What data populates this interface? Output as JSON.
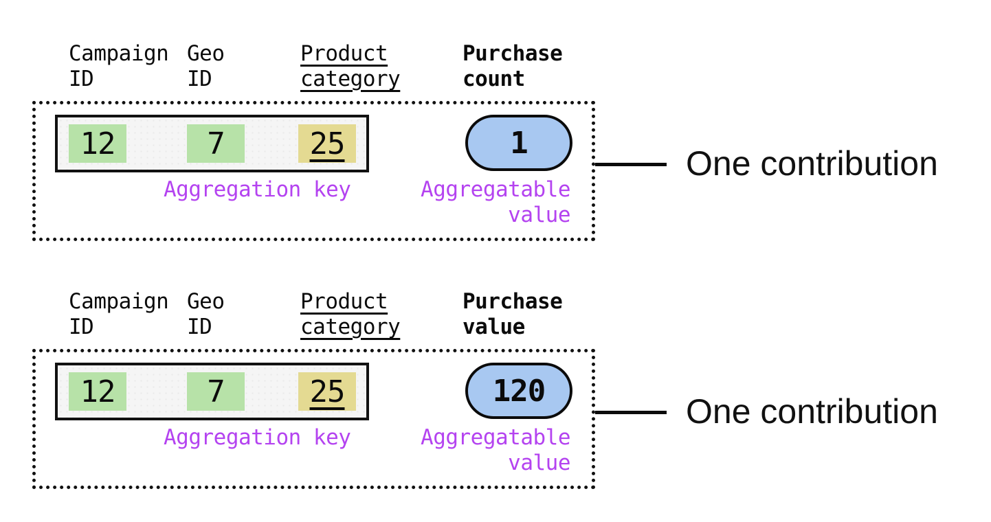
{
  "colors": {
    "green_cell": "#b7e2a8",
    "yellow_cell": "#e4da92",
    "blue_pill": "#a8c8f1",
    "purple_label": "#b443f0",
    "ink": "#0b0b0b",
    "row_background": "#f5f5f5"
  },
  "contributions": [
    {
      "headers": {
        "campaign": {
          "line1": "Campaign",
          "line2": "ID"
        },
        "geo": {
          "line1": "Geo",
          "line2": "ID"
        },
        "product": {
          "line1": "Product",
          "line2": "category"
        },
        "measure": {
          "line1": "Purchase",
          "line2": "count"
        }
      },
      "key_cells": [
        {
          "name": "campaign-id",
          "value": "12",
          "color": "#b7e2a8"
        },
        {
          "name": "geo-id",
          "value": "7",
          "color": "#b7e2a8"
        },
        {
          "name": "product-category",
          "value": "25",
          "color": "#e4da92",
          "underlined": true
        }
      ],
      "aggregatable_value": "1",
      "labels": {
        "aggregation_key": "Aggregation key",
        "aggregatable_line1": "Aggregatable",
        "aggregatable_line2": "value",
        "callout": "One contribution"
      }
    },
    {
      "headers": {
        "campaign": {
          "line1": "Campaign",
          "line2": "ID"
        },
        "geo": {
          "line1": "Geo",
          "line2": "ID"
        },
        "product": {
          "line1": "Product",
          "line2": "category"
        },
        "measure": {
          "line1": "Purchase",
          "line2": "value"
        }
      },
      "key_cells": [
        {
          "name": "campaign-id",
          "value": "12",
          "color": "#b7e2a8"
        },
        {
          "name": "geo-id",
          "value": "7",
          "color": "#b7e2a8"
        },
        {
          "name": "product-category",
          "value": "25",
          "color": "#e4da92",
          "underlined": true
        }
      ],
      "aggregatable_value": "120",
      "labels": {
        "aggregation_key": "Aggregation key",
        "aggregatable_line1": "Aggregatable",
        "aggregatable_line2": "value",
        "callout": "One contribution"
      }
    }
  ]
}
